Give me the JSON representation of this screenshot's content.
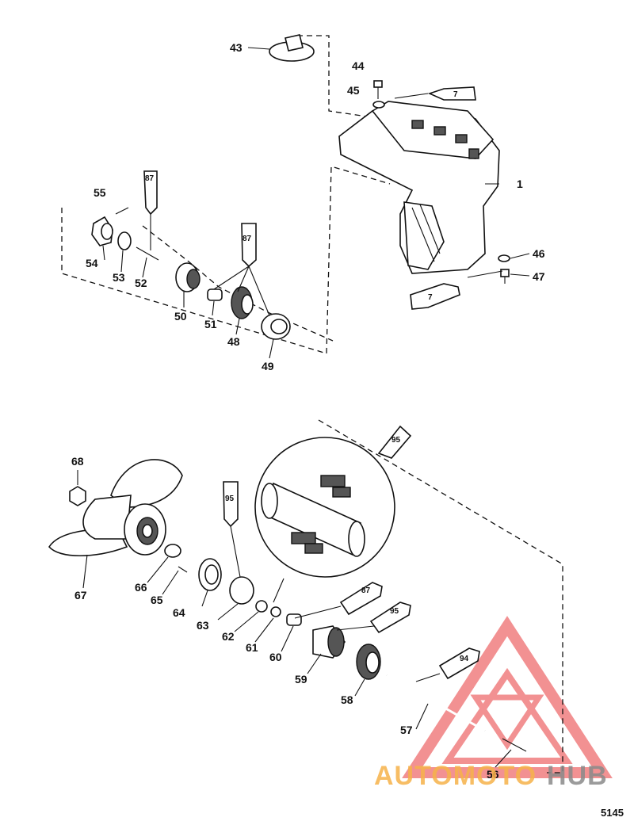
{
  "diagram": {
    "figure_number": "5145",
    "watermark": {
      "text_part1": "AUTOMOTO",
      "text_part2": "HUB",
      "color_primary": "#f6b24a",
      "color_secondary": "#888888",
      "logo_color": "#e8383a"
    },
    "callouts": [
      {
        "id": "1",
        "label": "1"
      },
      {
        "id": "43",
        "label": "43"
      },
      {
        "id": "44",
        "label": "44"
      },
      {
        "id": "45",
        "label": "45"
      },
      {
        "id": "46",
        "label": "46"
      },
      {
        "id": "47",
        "label": "47"
      },
      {
        "id": "48",
        "label": "48"
      },
      {
        "id": "49",
        "label": "49"
      },
      {
        "id": "50",
        "label": "50"
      },
      {
        "id": "51",
        "label": "51"
      },
      {
        "id": "52",
        "label": "52"
      },
      {
        "id": "53",
        "label": "53"
      },
      {
        "id": "54",
        "label": "54"
      },
      {
        "id": "55",
        "label": "55"
      },
      {
        "id": "56",
        "label": "56"
      },
      {
        "id": "57",
        "label": "57"
      },
      {
        "id": "58",
        "label": "58"
      },
      {
        "id": "59",
        "label": "59"
      },
      {
        "id": "60",
        "label": "60"
      },
      {
        "id": "61",
        "label": "61"
      },
      {
        "id": "62",
        "label": "62"
      },
      {
        "id": "63",
        "label": "63"
      },
      {
        "id": "64",
        "label": "64"
      },
      {
        "id": "65",
        "label": "65"
      },
      {
        "id": "66",
        "label": "66"
      },
      {
        "id": "67",
        "label": "67"
      },
      {
        "id": "68",
        "label": "68"
      }
    ],
    "lubricant_tubes": [
      {
        "id": "tube-7-top",
        "label": "7"
      },
      {
        "id": "tube-7-bottom",
        "label": "7"
      },
      {
        "id": "tube-87-left",
        "label": "87"
      },
      {
        "id": "tube-87-mid",
        "label": "87"
      },
      {
        "id": "tube-95-top",
        "label": "95"
      },
      {
        "id": "tube-95-left",
        "label": "95"
      },
      {
        "id": "tube-87-lower",
        "label": "87"
      },
      {
        "id": "tube-95-lower",
        "label": "95"
      },
      {
        "id": "tube-94",
        "label": "94"
      }
    ]
  }
}
